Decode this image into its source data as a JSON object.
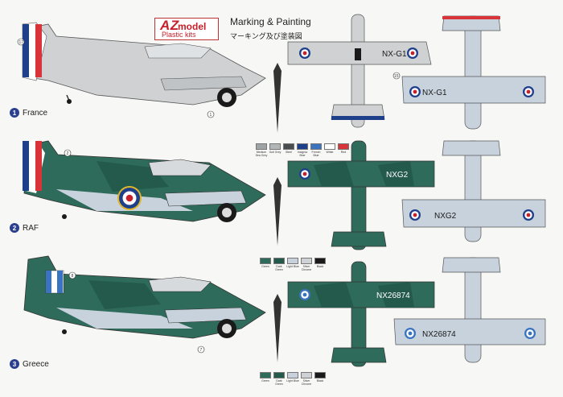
{
  "brand": {
    "logo_text": "AZmodel",
    "tagline": "Plastic kits"
  },
  "title": "Marking & Painting",
  "subtitle": "マーキング及び塗装図",
  "colors": {
    "light_grey": "#c9ccce",
    "green": "#2f6b5a",
    "dark_green": "#245a4c",
    "light_blue": "#c8d2dc",
    "roundel_red": "#c8202a",
    "roundel_blue": "#1e3f8a",
    "french_red": "#d8343a",
    "black": "#1a1a1a"
  },
  "schemes": [
    {
      "number": "1",
      "name": "France",
      "code": "NX-G1"
    },
    {
      "number": "2",
      "name": "RAF",
      "code": "NXG2",
      "underside_code": "NXG2"
    },
    {
      "number": "3",
      "name": "Greece",
      "code": "NX26874",
      "underside_code": "NX26874"
    }
  ],
  "palette_raf": [
    {
      "label": "Medium Sea Grey",
      "color": "#9ea3a6"
    },
    {
      "label": "Gull Grey",
      "color": "#b3b6b7"
    },
    {
      "label": "Steel",
      "color": "#4a4d4f"
    },
    {
      "label": "Insignia Blue",
      "color": "#1e3f8a"
    },
    {
      "label": "French Blue",
      "color": "#3a74c0"
    },
    {
      "label": "White",
      "color": "#ffffff"
    },
    {
      "label": "Red",
      "color": "#d8343a"
    }
  ],
  "palette_greece_top": [
    {
      "label": "Green",
      "color": "#2f6b5a"
    },
    {
      "label": "Dark Green",
      "color": "#245a4c"
    },
    {
      "label": "Light Blue",
      "color": "#c8d2dc"
    },
    {
      "label": "Silver Chrome",
      "color": "#cfd2d4"
    },
    {
      "label": "Black",
      "color": "#1a1a1a"
    }
  ],
  "palette_greece_bottom": [
    {
      "label": "Green",
      "color": "#2f6b5a"
    },
    {
      "label": "Dark Green",
      "color": "#245a4c"
    },
    {
      "label": "Light Blue",
      "color": "#c8d2dc"
    },
    {
      "label": "Silver Chrome",
      "color": "#cfd2d4"
    },
    {
      "label": "Black",
      "color": "#1a1a1a"
    }
  ],
  "callouts": [
    "17",
    "2",
    "8",
    "7",
    "1",
    "15"
  ]
}
